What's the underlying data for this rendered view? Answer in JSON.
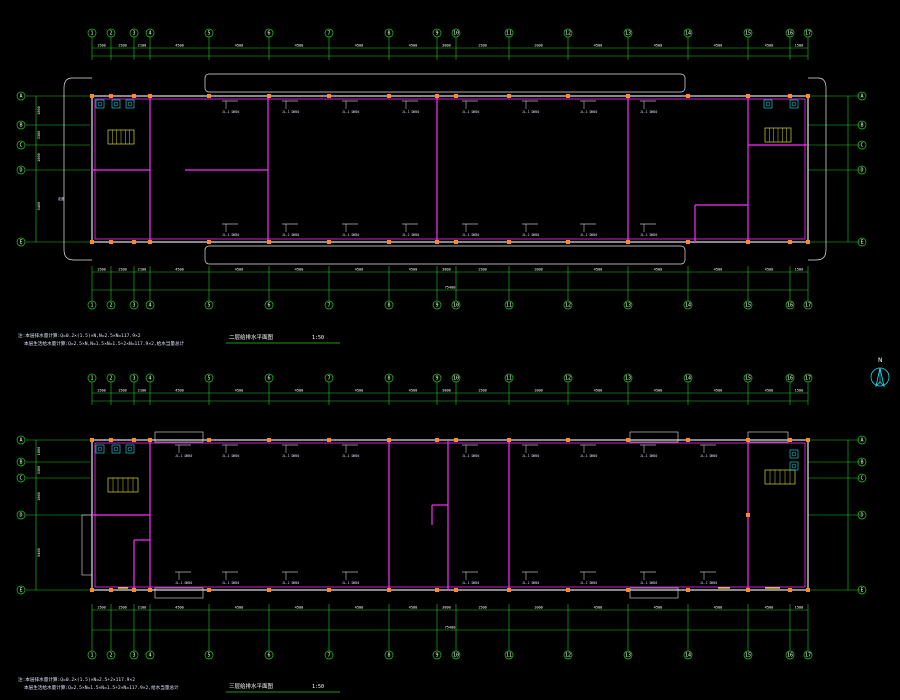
{
  "colors": {
    "background": "#000000",
    "axis_green": "#19d219",
    "wall_white": "#e6e6e6",
    "partition_magenta": "#ff2bff",
    "fixture_cyan": "#10e8ff",
    "stair_yellow": "#ffff33",
    "column_orange": "#ff8a2a",
    "note_text": "#dfe6ff"
  },
  "plans": [
    {
      "id": "upper",
      "title": "二层给排水平面图",
      "scale_text": "1:50",
      "notes": [
        "注:本层排水量计算:Q=0.2×(1.5)×N,N=2.5×N=117.9×2",
        "本层生活给水量计算:Q=2.5×N,N=1.5×N=1.5+2×N=117.9×2,给水当量总计"
      ],
      "side_labels": [
        "A",
        "B",
        "C",
        "D",
        "E"
      ],
      "top_dims": [
        "1500",
        "1500",
        "2100",
        "4500",
        "4500",
        "4500",
        "4500",
        "4500",
        "3800",
        "1500",
        "1000",
        "4500",
        "4500",
        "4500",
        "4500",
        "1500",
        "2100"
      ],
      "overall_dim": "75400",
      "side_dims": [
        "1800",
        "3300",
        "1800",
        "5400"
      ],
      "corridor_label": "走廊"
    },
    {
      "id": "lower",
      "title": "三层给排水平面图",
      "scale_text": "1:50",
      "notes": [
        "注:本层排水量计算:Q=0.2×(1.5)×N=2.5+2×117.9×2",
        "本层生活给水量计算:Q=2.5×N=1.5×N=1.5+2×N=117.9×2,给水当量总计"
      ],
      "side_labels": [
        "A",
        "B",
        "C",
        "D",
        "E"
      ],
      "top_dims": [
        "1500",
        "1500",
        "2100",
        "4500",
        "4500",
        "4500",
        "4500",
        "4500",
        "3800",
        "1500",
        "1000",
        "4500",
        "4500",
        "4500",
        "4500",
        "1500",
        "2100"
      ],
      "overall_dim": "75400",
      "side_dims": [
        "1800",
        "3300",
        "1800",
        "5400"
      ]
    }
  ],
  "axis_labels_top": [
    "1",
    "2",
    "3",
    "4",
    "5",
    "6",
    "7",
    "8",
    "9",
    "10",
    "11",
    "12",
    "13",
    "14",
    "15",
    "16",
    "17"
  ],
  "north_label": "N",
  "fixture_tag": "JL-1 DN50"
}
